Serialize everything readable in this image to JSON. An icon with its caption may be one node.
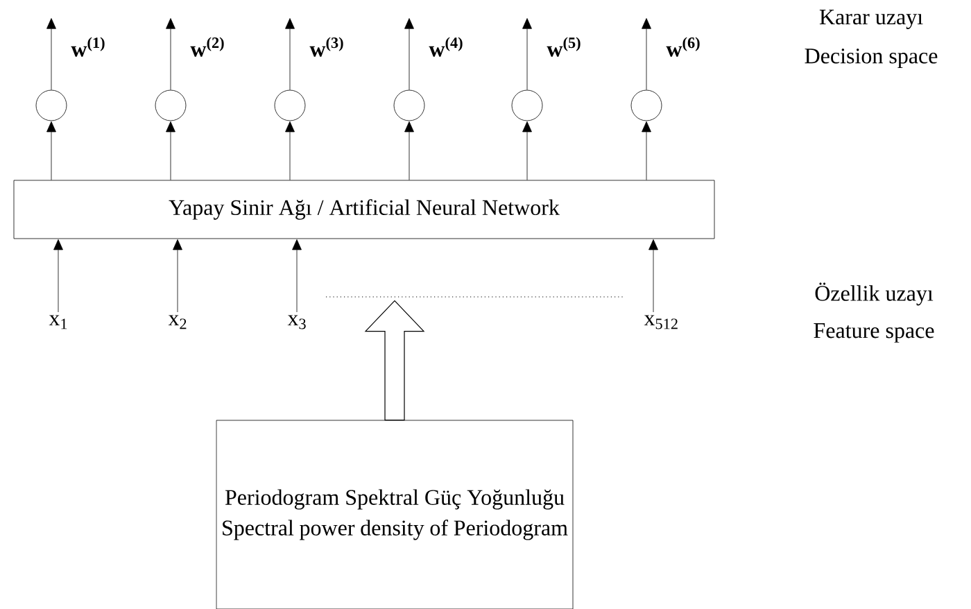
{
  "diagram": {
    "nodes": [
      {
        "text": [
          "Yapay Sinir Ağı / Artificial Neural Network"
        ]
      },
      {
        "text": [],
        "shape": "circle"
      },
      {
        "text": [],
        "shape": "circle"
      },
      {
        "text": [],
        "shape": "circle"
      },
      {
        "text": [],
        "shape": "circle"
      },
      {
        "text": [],
        "shape": "circle"
      },
      {
        "text": [],
        "shape": "circle"
      },
      {
        "text": [
          "x$_{1}$"
        ]
      },
      {
        "text": [
          "x$_{2}$"
        ]
      },
      {
        "text": [
          "x$_{3}$"
        ]
      },
      {
        "text": [
          "x$_{512}$"
        ]
      },
      {
        "text": [
          "Periodogram Spektral  Güç Yoğunluğu",
          "Spectral power density of Periodogram"
        ]
      }
    ],
    "edges": [
      {
        "from": 0,
        "to": 1,
        "arrow": "to"
      },
      {
        "from": 0,
        "to": 2,
        "arrow": "to"
      },
      {
        "from": 0,
        "to": 3,
        "arrow": "to"
      },
      {
        "from": 0,
        "to": 4,
        "arrow": "to"
      },
      {
        "from": 0,
        "to": 5,
        "arrow": "to"
      },
      {
        "from": 0,
        "to": 6,
        "arrow": "to"
      },
      {
        "from": 1,
        "to": null,
        "arrow": "to",
        "label": "w$^{(1)}$"
      },
      {
        "from": 2,
        "to": null,
        "arrow": "to",
        "label": "w$^{(2)}$"
      },
      {
        "from": 3,
        "to": null,
        "arrow": "to",
        "label": "w$^{(3)}$"
      },
      {
        "from": 4,
        "to": null,
        "arrow": "to",
        "label": "w$^{(4)}$"
      },
      {
        "from": 5,
        "to": null,
        "arrow": "to",
        "label": "w$^{(5)}$"
      },
      {
        "from": 6,
        "to": null,
        "arrow": "to",
        "label": "w$^{(6)}$"
      },
      {
        "from": 7,
        "to": 0,
        "arrow": "to"
      },
      {
        "from": 8,
        "to": 0,
        "arrow": "to"
      },
      {
        "from": 9,
        "to": 0,
        "arrow": "to"
      },
      {
        "from": 10,
        "to": 0,
        "arrow": "to"
      },
      {
        "from": 11,
        "to": null,
        "arrow": "to"
      }
    ],
    "labels": [
      "Karar uzayı",
      "Decision space",
      "Özellik uzayı",
      "Feature space"
    ]
  }
}
